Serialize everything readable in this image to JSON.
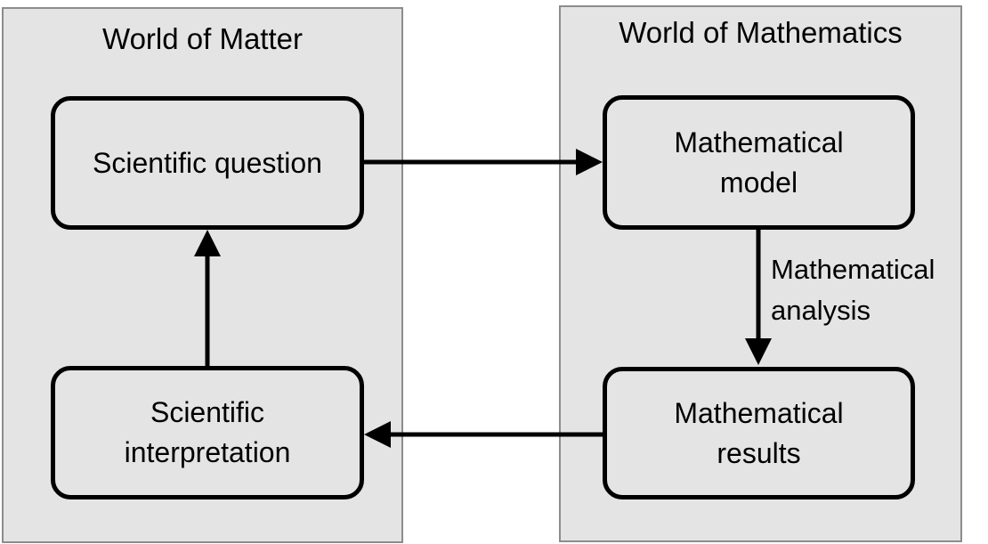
{
  "panels": {
    "matter": {
      "title": "World of Matter"
    },
    "math": {
      "title": "World of Mathematics"
    }
  },
  "nodes": {
    "question": {
      "lines": [
        "Scientific question"
      ]
    },
    "model": {
      "lines": [
        "Mathematical",
        "model"
      ]
    },
    "results": {
      "lines": [
        "Mathematical",
        "results"
      ]
    },
    "interpretation": {
      "lines": [
        "Scientific",
        "interpretation"
      ]
    }
  },
  "edges": {
    "analysis": {
      "lines": [
        "Mathematical",
        "analysis"
      ]
    }
  },
  "colors": {
    "panel_fill": "#e4e4e4",
    "panel_border": "#8c8c8c",
    "node_border": "#000000",
    "arrow": "#000000"
  }
}
